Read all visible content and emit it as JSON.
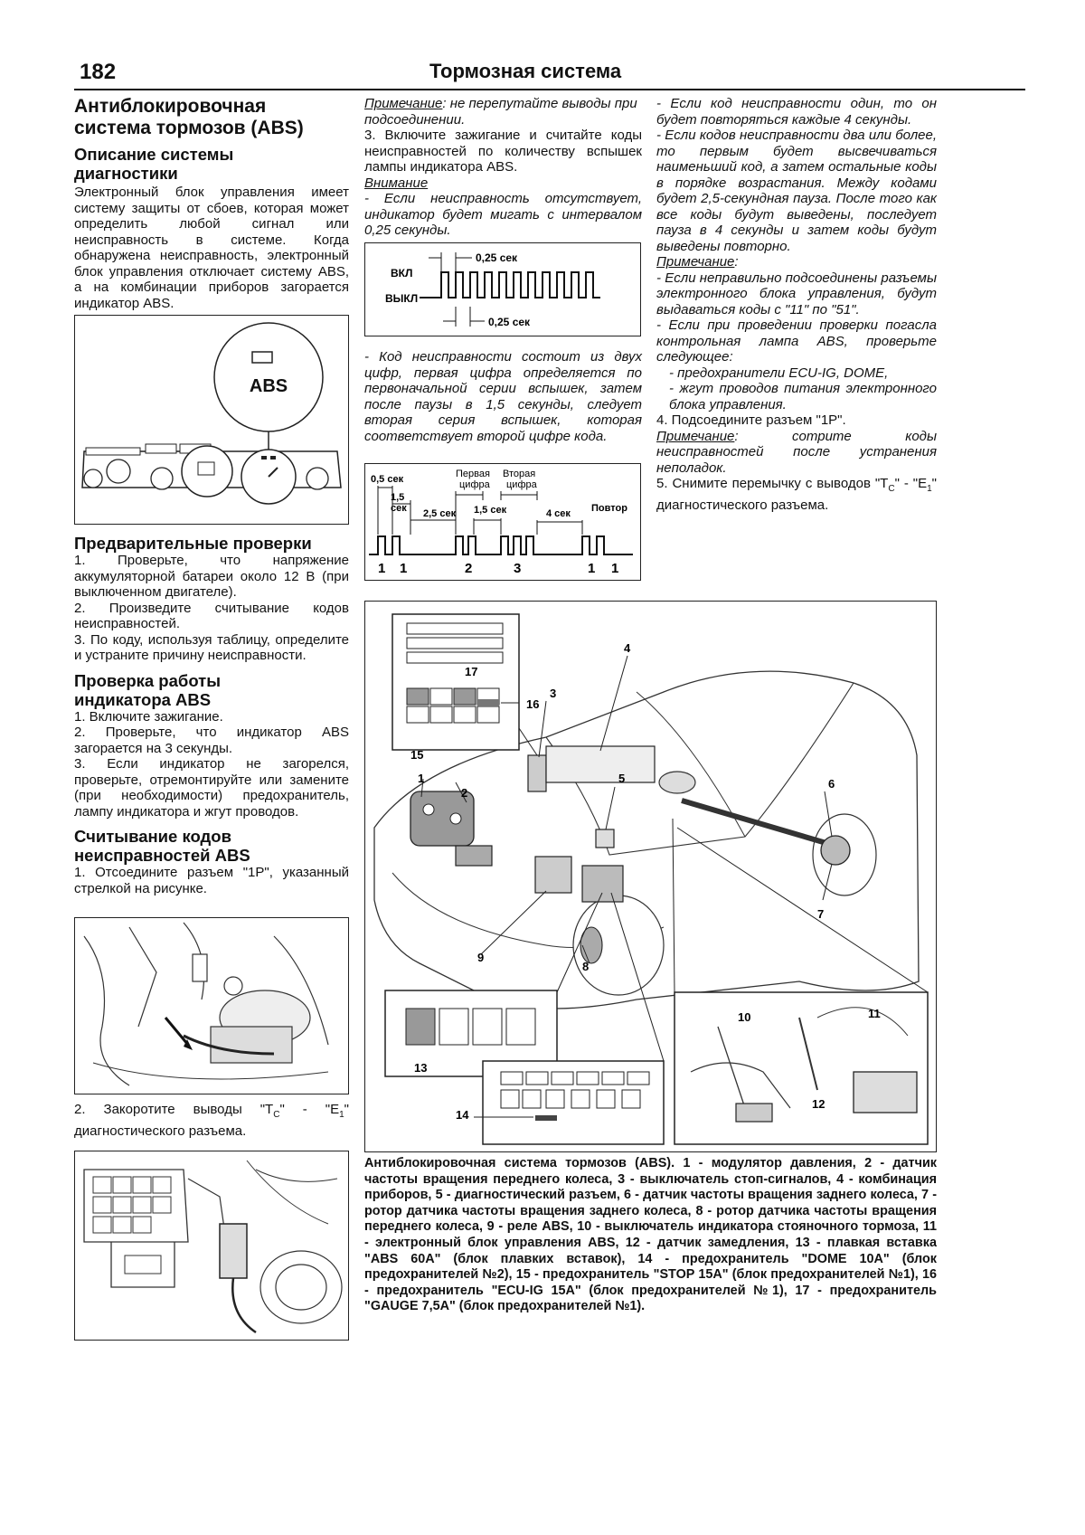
{
  "header": {
    "page_number": "182",
    "title": "Тормозная система"
  },
  "col1": {
    "title_line1": "Антиблокировочная",
    "title_line2": "система тормозов (ABS)",
    "diag_heading_line1": "Описание системы",
    "diag_heading_line2": "диагностики",
    "diag_text": "Электронный блок управления имеет систему защиты от сбоев, которая может определить любой сигнал или неисправность в системе. Когда обнаружена неисправность, электронный блок управления отключает систему ABS, а на комбинации приборов загорается индикатор ABS.",
    "dash_label": "ABS",
    "pre_heading": "Предварительные проверки",
    "pre_items": [
      "1. Проверьте, что напряжение аккумуляторной батареи около 12 В (при выключенном двигателе).",
      "2. Произведите считывание кодов неисправностей.",
      "3. По коду, используя таблицу, определите и устраните причину неисправности."
    ],
    "ind_heading_line1": "Проверка работы",
    "ind_heading_line2": "индикатора ABS",
    "ind_items": [
      "1. Включите зажигание.",
      "2. Проверьте, что индикатор ABS загорается на 3 секунды.",
      "3. Если индикатор не загорелся, проверьте, отремонтируйте или замените (при необходимости) предохранитель, лампу индикатора и жгут проводов."
    ],
    "read_heading_line1": "Считывание кодов",
    "read_heading_line2": "неисправностей ABS",
    "read_item1": "1. Отсоедините разъем \"1P\", указанный стрелкой на рисунке.",
    "read_item2_a": "2. Закоротите выводы \"T",
    "read_item2_sub1": "C",
    "read_item2_b": "\" - \"E",
    "read_item2_sub2": "1",
    "read_item2_c": "\" диагностического разъема."
  },
  "col2": {
    "note1_label": "Примечание",
    "note1_text": ": не перепутайте выводы при подсоединении.",
    "step3": "3. Включите зажигание и считайте коды неисправностей по количеству вспышек лампы индикатора ABS.",
    "attn_label": "Внимание",
    "attn_text": "- Если неисправность отсутствует, индикатор будет мигать с интервалом 0,25 секунды.",
    "wave_on": "ВКЛ",
    "wave_off": "ВЫКЛ",
    "wave_t1": "0,25 сек",
    "wave_t2": "0,25 сек",
    "code_text": "- Код неисправности состоит из двух цифр, первая цифра определяется по первоначальной серии вспышек, затем после паузы в 1,5 секунды, следует вторая серия вспышек, которая соответствует второй цифре кода.",
    "timing": {
      "t05": "0,5 сек",
      "t15a": "1,5",
      "t15a2": "сек",
      "t25": "2,5 сек",
      "t15b": "1,5 сек",
      "t4": "4 сек",
      "first1": "Первая",
      "first2": "цифра",
      "second1": "Вторая",
      "second2": "цифра",
      "repeat": "Повтор",
      "nums": [
        "1",
        "1",
        "2",
        "3",
        "1",
        "1"
      ]
    }
  },
  "col3": {
    "b1": "- Если код неисправности один, то он будет повторяться каждые 4 секунды.",
    "b2": "- Если кодов неисправности два или более, то первым будет высвечиваться наименьший код, а затем остальные коды в порядке возрастания. Между кодами будет 2,5-секундная пауза. После того как все коды будут выведены, последует пауза в 4 секунды и затем коды будут выведены повторно.",
    "note_label": "Примечание",
    "note_colon": ":",
    "n1": "- Если неправильно подсоединены разъемы электронного блока управления, будут выдаваться коды с \"11\" по \"51\".",
    "n2": "- Если при проведении проверки погасла контрольная лампа ABS, проверьте следующее:",
    "n3": "- предохранители ECU-IG, DOME,",
    "n4": "- жгут проводов питания электронного блока управления.",
    "step4": "4. Подсоедините разъем \"1P\".",
    "note2_label": "Примечание",
    "note2_text": ": сотрите коды неисправностей после устранения неполадок.",
    "step5_a": "5. Снимите перемычку с выводов \"T",
    "step5_sub1": "C",
    "step5_b": "\" - \"E",
    "step5_sub2": "1",
    "step5_c": "\" диагностического разъема."
  },
  "figure": {
    "callouts": [
      "1",
      "2",
      "3",
      "4",
      "5",
      "6",
      "7",
      "8",
      "9",
      "10",
      "11",
      "12",
      "13",
      "14",
      "15",
      "16",
      "17"
    ]
  },
  "caption": "Антиблокировочная система тормозов (ABS). 1 - модулятор давления, 2 - датчик частоты вращения переднего колеса, 3 - выключатель стоп-сигналов, 4 - комбинация приборов, 5 - диагностический разъем, 6 - датчик частоты вращения заднего колеса, 7 - ротор датчика частоты вращения заднего колеса, 8 - ротор датчика частоты вращения переднего колеса, 9 - реле ABS, 10 - выключатель индикатора стояночного тормоза, 11 - электронный блок управления ABS, 12 - датчик замедления, 13 - плавкая вставка \"ABS 60A\" (блок плавких вставок), 14 - предохранитель \"DOME 10A\" (блок предохранителей №2), 15 - предохранитель \"STOP 15A\" (блок предохранителей №1), 16 - предохранитель \"ECU-IG 15A\" (блок предохранителей №1), 17 - предохранитель \"GAUGE 7,5A\" (блок предохранителей №1)."
}
